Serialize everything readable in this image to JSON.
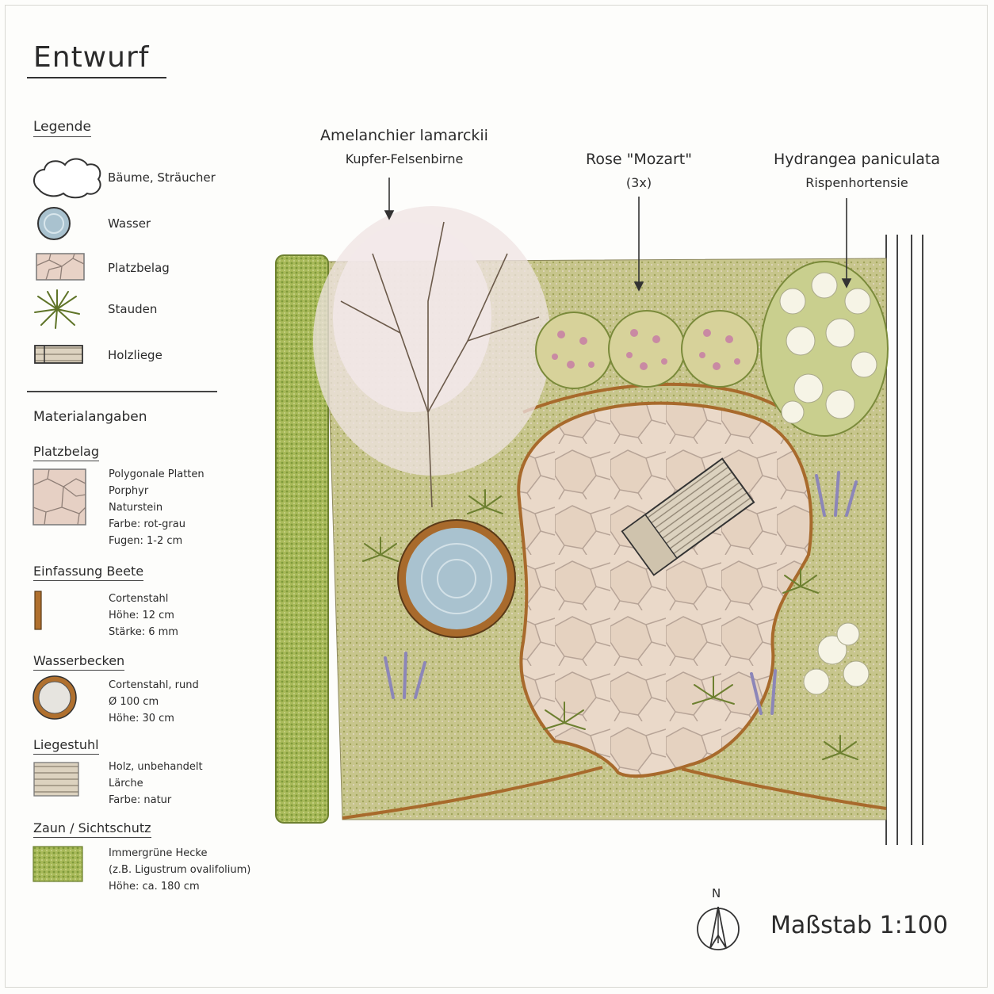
{
  "title": "Entwurf",
  "legend": {
    "heading": "Legende",
    "items": [
      {
        "icon": "tree-shrub-icon",
        "label": "Bäume, Sträucher"
      },
      {
        "icon": "water-icon",
        "label": "Wasser"
      },
      {
        "icon": "paving-icon",
        "label": "Platzbelag"
      },
      {
        "icon": "perennial-icon",
        "label": "Stauden"
      },
      {
        "icon": "lounger-icon",
        "label": "Holzliege"
      }
    ]
  },
  "materials": {
    "heading": "Materialangaben",
    "platzbelag": {
      "title": "Platzbelag",
      "lines": [
        "Polygonale Platten",
        "Porphyr",
        "Naturstein",
        "Farbe: rot-grau",
        "Fugen: 1-2 cm"
      ]
    },
    "einfassung": {
      "title": "Einfassung Beete",
      "lines": [
        "Cortenstahl",
        "Höhe: 12 cm",
        "Stärke: 6 mm"
      ]
    },
    "wasserbecken": {
      "title": "Wasserbecken",
      "lines": [
        "Cortenstahl, rund",
        "Ø 100 cm",
        "Höhe: 30 cm"
      ]
    },
    "liegestuhl": {
      "title": "Liegestuhl",
      "lines": [
        "Holz, unbehandelt",
        "Lärche",
        "Farbe: natur"
      ]
    },
    "zaun": {
      "title": "Zaun / Sichtschutz",
      "lines": [
        "Immergrüne Hecke",
        "(z.B. Ligustrum ovalifolium)",
        "Höhe: ca. 180 cm"
      ]
    }
  },
  "annotations": {
    "amelanchier": {
      "name": "Amelanchier lamarckii",
      "common": "Kupfer-Felsenbirne"
    },
    "rose": {
      "name": "Rose \"Mozart\"",
      "common": "(3x)"
    },
    "hydrangea": {
      "name": "Hydrangea paniculata",
      "common": "Rispenhortensie"
    }
  },
  "north": "N",
  "scale": "Maßstab 1:100",
  "colors": {
    "hedge": "#9fb24e",
    "lawn_bed": "#c9cc8f",
    "corten": "#a86a2c",
    "paving": "#e8d6c6",
    "water": "#a9c2cf",
    "wood": "#d7ccb8",
    "rose": "#c98aa3",
    "hydrangea": "#f3f1e2",
    "lavender": "#8c86b8"
  }
}
